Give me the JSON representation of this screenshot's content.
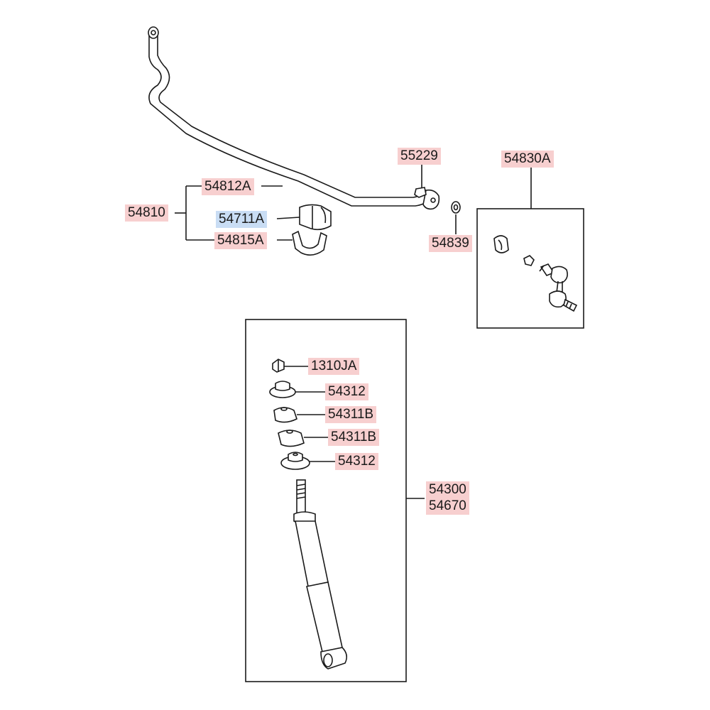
{
  "labels": {
    "p55229": "55229",
    "p54830A": "54830A",
    "p54812A": "54812A",
    "p54810": "54810",
    "p54711A": "54711A",
    "p54815A": "54815A",
    "p54839": "54839",
    "p1310JA": "1310JA",
    "p54312a": "54312",
    "p54311Ba": "54311B",
    "p54311Bb": "54311B",
    "p54312b": "54312",
    "p54300": "54300",
    "p54670": "54670"
  },
  "colors": {
    "highlight_pink": "#f7cfcf",
    "highlight_blue": "#c9ddf4",
    "line": "#1a1a1a"
  }
}
